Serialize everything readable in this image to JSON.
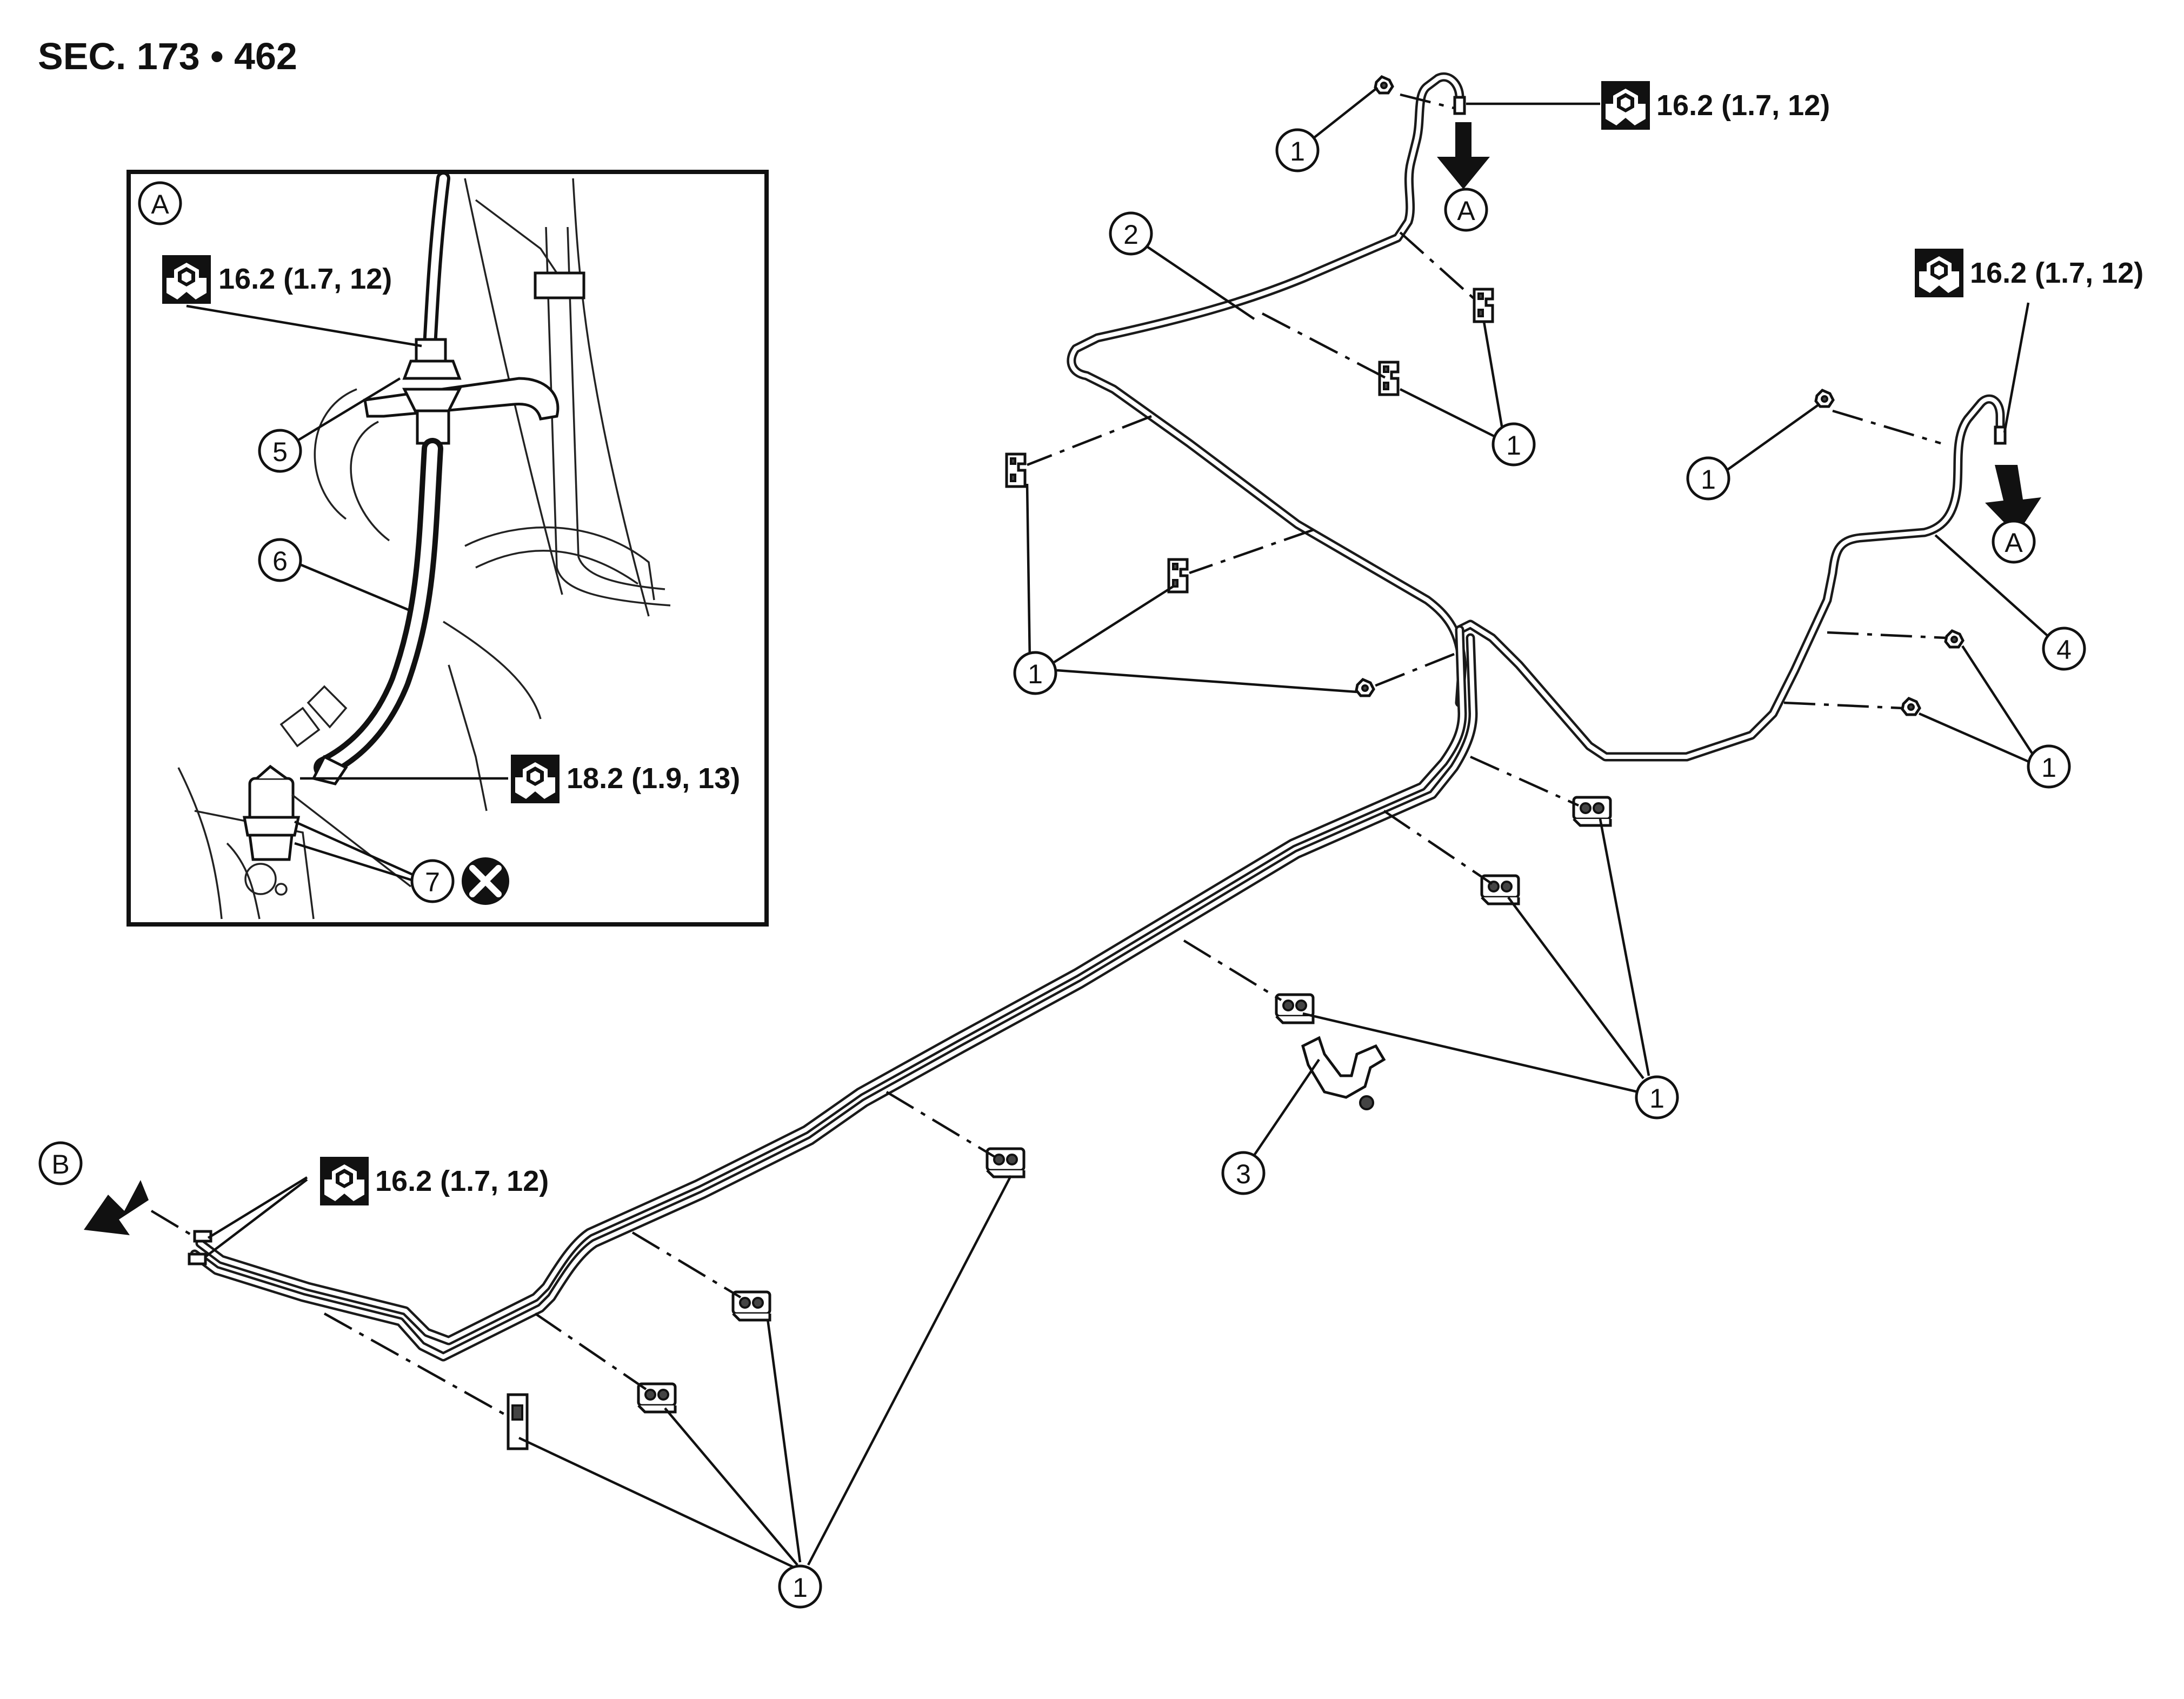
{
  "section_label": "SEC. 173 • 462",
  "torque": {
    "t1": "16.2 (1.7, 12)",
    "t2": "16.2 (1.7, 12)",
    "t3": "16.2 (1.7, 12)",
    "t4": "16.2 (1.7, 12)",
    "t5": "18.2 (1.9, 13)"
  },
  "callouts": {
    "one": "1",
    "two": "2",
    "three": "3",
    "four": "4",
    "five": "5",
    "six": "6",
    "seven": "7"
  },
  "view_labels": {
    "a": "A",
    "b": "B"
  },
  "icons": {
    "torque": "torque-wrench-icon",
    "no_reuse": "do-not-reuse-icon",
    "direction": "direction-arrow-icon"
  }
}
